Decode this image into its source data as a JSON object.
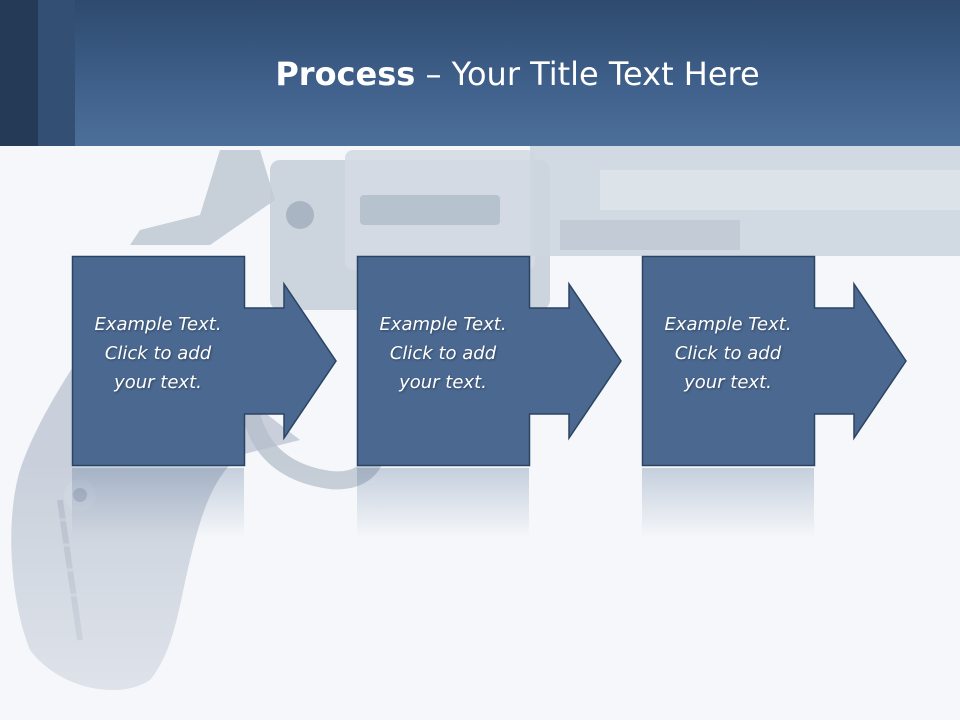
{
  "slide": {
    "title_bold": "Process",
    "title_rest": " – Your Title Text Here",
    "background_image": "revolver-photo",
    "colors": {
      "header": "#3e5f89",
      "box": "#4a6890",
      "box_border": "#2c4464",
      "text": "#ffffff"
    }
  },
  "steps": [
    {
      "text": "Example Text.\nClick  to add\nyour text."
    },
    {
      "text": "Example Text.\nClick  to add\nyour text."
    },
    {
      "text": "Example Text.\nClick  to add\nyour text."
    }
  ]
}
